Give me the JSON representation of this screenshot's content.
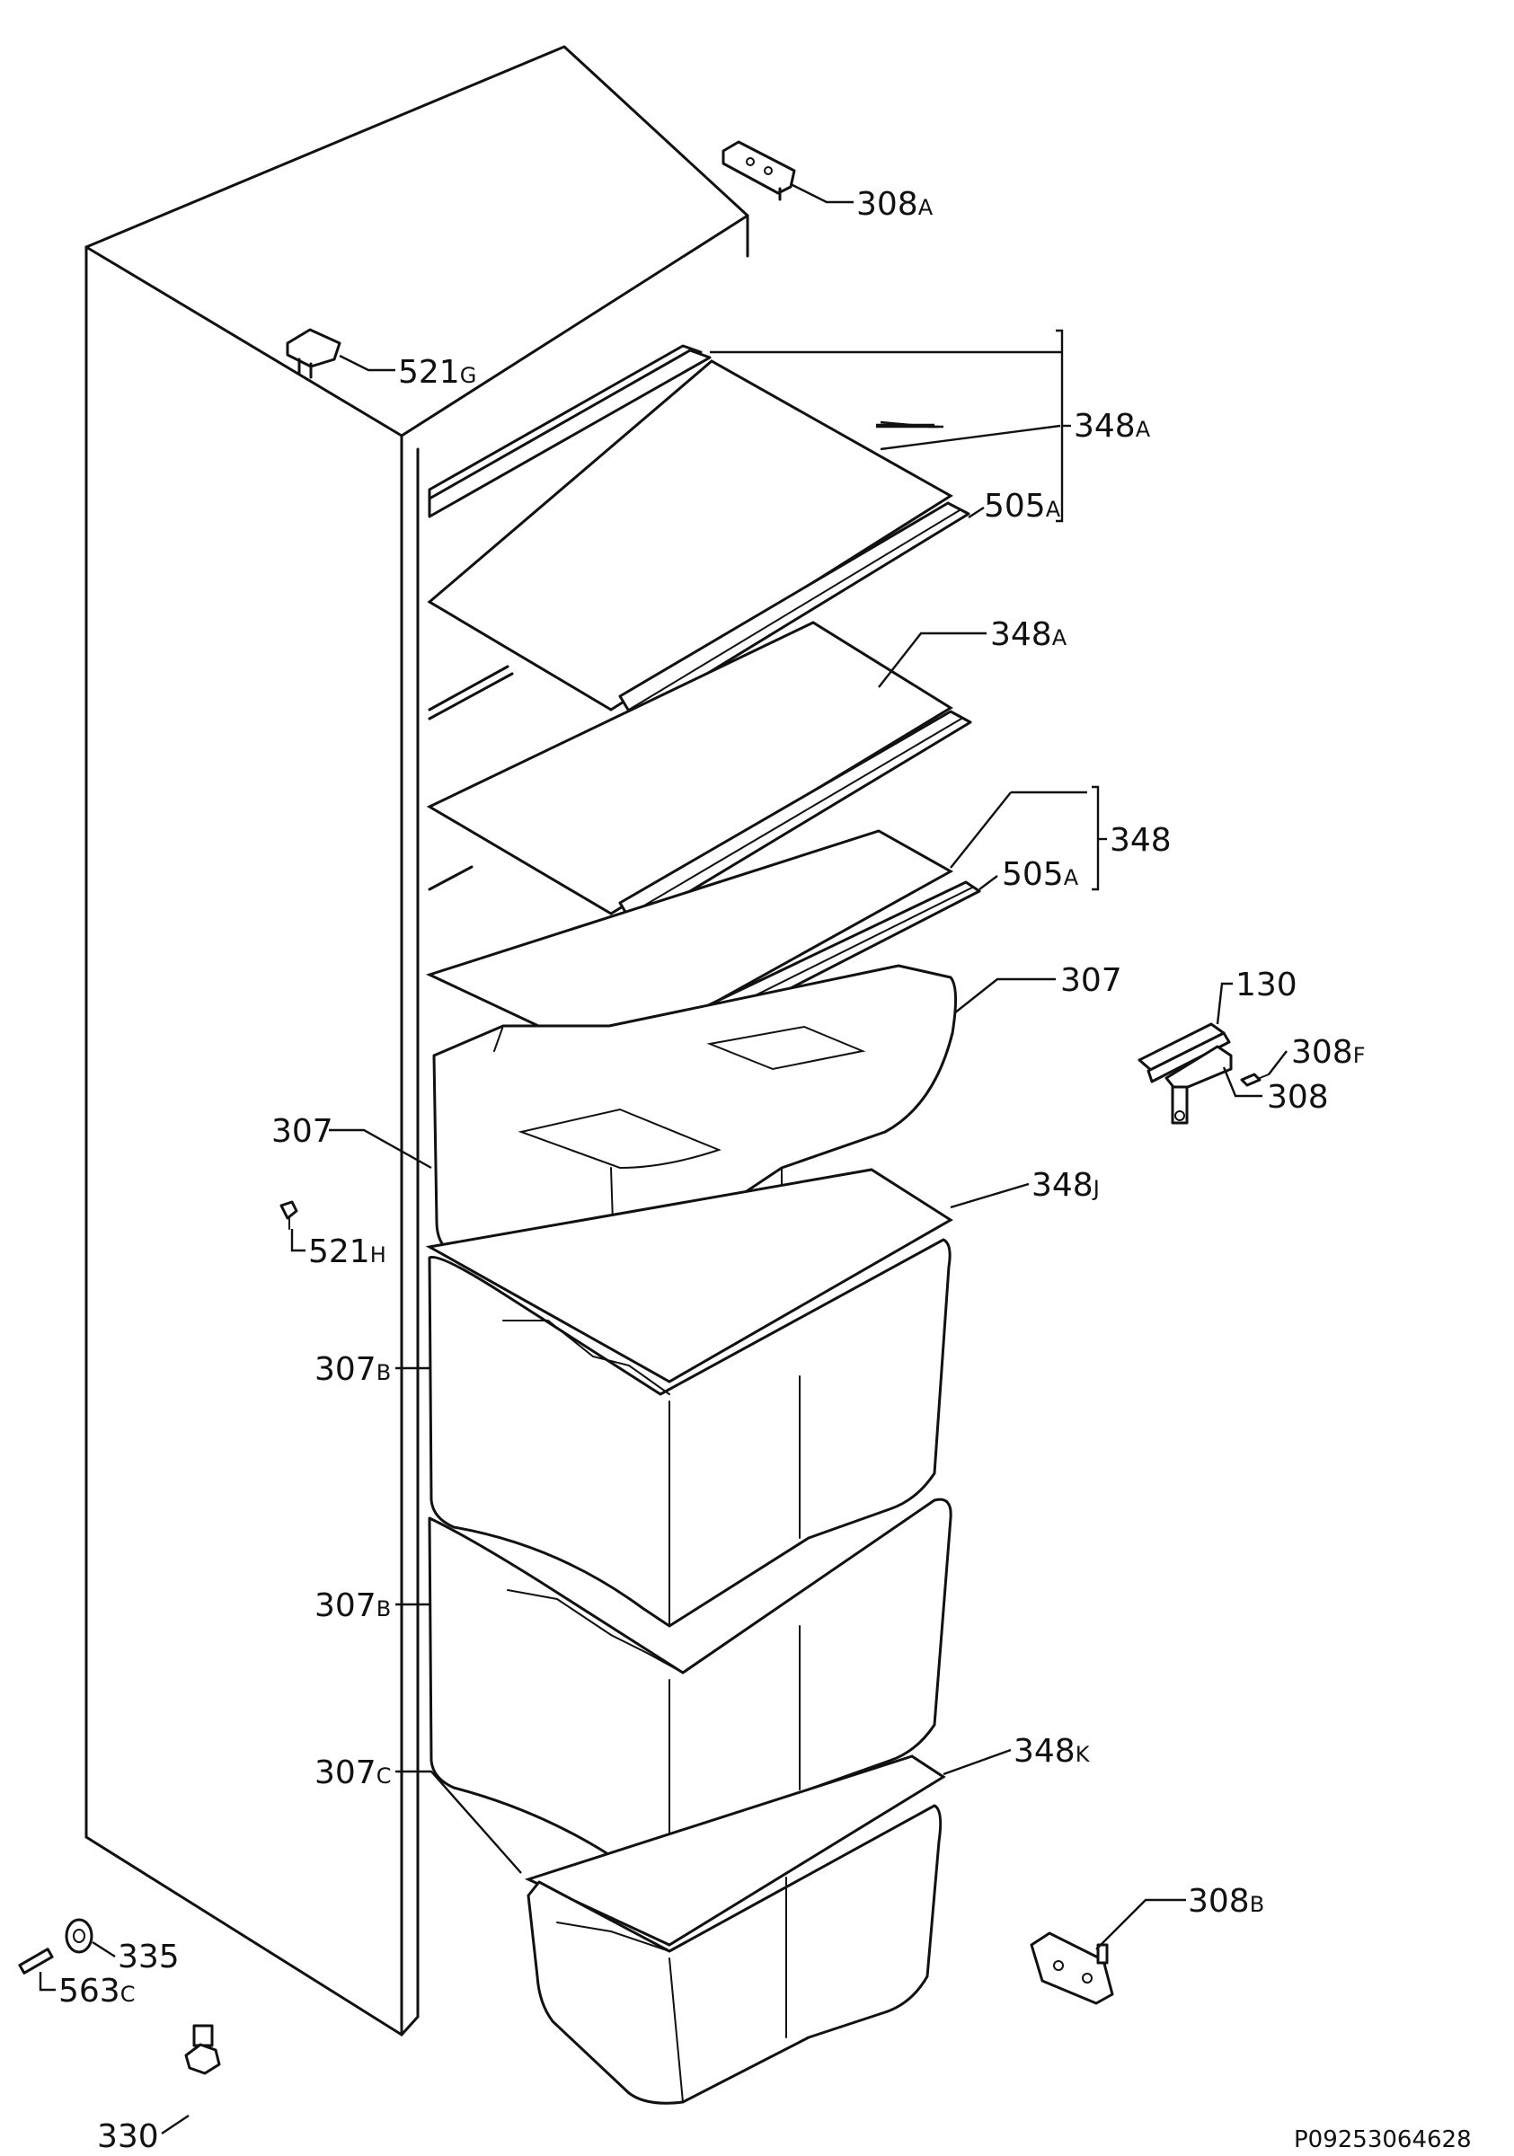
{
  "callouts": {
    "c308a": {
      "num": "308",
      "suf": "A"
    },
    "c521g": {
      "num": "521",
      "suf": "G"
    },
    "c348a_top": {
      "num": "348",
      "suf": "A"
    },
    "c505a_top": {
      "num": "505",
      "suf": "A"
    },
    "c348a_mid": {
      "num": "348",
      "suf": "A"
    },
    "c348": {
      "num": "348",
      "suf": ""
    },
    "c505a_mid": {
      "num": "505",
      "suf": "A"
    },
    "c307_right": {
      "num": "307",
      "suf": ""
    },
    "c130": {
      "num": "130",
      "suf": ""
    },
    "c308f": {
      "num": "308",
      "suf": "F"
    },
    "c308": {
      "num": "308",
      "suf": ""
    },
    "c307_left": {
      "num": "307",
      "suf": ""
    },
    "c348j": {
      "num": "348",
      "suf": "J"
    },
    "c521h": {
      "num": "521",
      "suf": "H"
    },
    "c307b_top": {
      "num": "307",
      "suf": "B"
    },
    "c307b_bottom": {
      "num": "307",
      "suf": "B"
    },
    "c307c": {
      "num": "307",
      "suf": "C"
    },
    "c348k": {
      "num": "348",
      "suf": "K"
    },
    "c308b": {
      "num": "308",
      "suf": "B"
    },
    "c335": {
      "num": "335",
      "suf": ""
    },
    "c563c": {
      "num": "563",
      "suf": "C"
    },
    "c330": {
      "num": "330",
      "suf": ""
    }
  },
  "reference_code": "P09253064628"
}
